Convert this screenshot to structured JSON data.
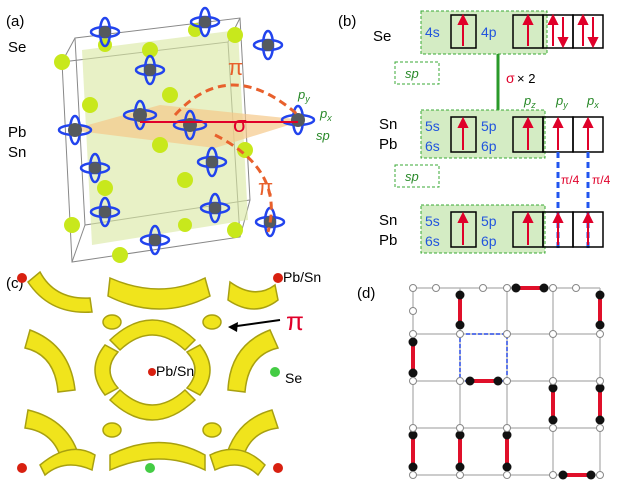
{
  "panels": {
    "a": {
      "label": "(a)",
      "atoms": {
        "top": "Se",
        "middle_1": "Pb",
        "middle_2": "Sn"
      },
      "bonds": {
        "pi_top": "π",
        "sigma": "σ",
        "pi_bottom": "π"
      },
      "orbitals": {
        "py": "p",
        "py_sub": "y",
        "px": "p",
        "px_sub": "x",
        "sp": "sp"
      },
      "colors": {
        "pi": "#e8602c",
        "sigma": "#e0002a",
        "orbital": "#2244ee",
        "se_atom": "#c8e81c",
        "pb_atom": "#555a5e",
        "plane": "#d8e8a0"
      }
    },
    "b": {
      "label": "(b)",
      "rows": [
        {
          "element": "Se",
          "shell_s": "4s",
          "shell_p": "4p"
        },
        {
          "element_1": "Sn",
          "element_2": "Pb",
          "shell_s_1": "5s",
          "shell_s_2": "6s",
          "shell_p_1": "5p",
          "shell_p_2": "6p"
        },
        {
          "element_1": "Sn",
          "element_2": "Pb",
          "shell_s_1": "5s",
          "shell_s_2": "6s",
          "shell_p_1": "5p",
          "shell_p_2": "6p"
        }
      ],
      "sp_label": "sp",
      "sigma_label": "σ",
      "times_label": "× 2",
      "pz": "p",
      "pz_sub": "z",
      "py": "p",
      "py_sub": "y",
      "px": "p",
      "px_sub": "x",
      "pi_quarter_1": "π/4",
      "pi_quarter_2": "π/4",
      "colors": {
        "box_fill": "#d4ecc4",
        "box_border": "#3aaa35",
        "arrow": "#e0002a",
        "shell_text": "#2255dd",
        "sp_text": "#2a8a2a",
        "sigma_line": "#2a9a2a",
        "pi_line": "#2255ee"
      }
    },
    "c": {
      "label": "(c)",
      "pi_label": "π",
      "atom_corner": "Pb/Sn",
      "atom_center": "Pb/Sn",
      "atom_side": "Se",
      "colors": {
        "surface": "#f0e41c",
        "surface_dark": "#a8a010",
        "pb_dot": "#d82010",
        "se_dot": "#44cc44"
      }
    },
    "d": {
      "label": "(d)",
      "grid_n": 5,
      "colors": {
        "grid": "#bbbbbb",
        "bond": "#e0102a",
        "atom_filled": "#111111",
        "atom_open": "#ffffff",
        "cell": "#3355ee"
      }
    }
  }
}
